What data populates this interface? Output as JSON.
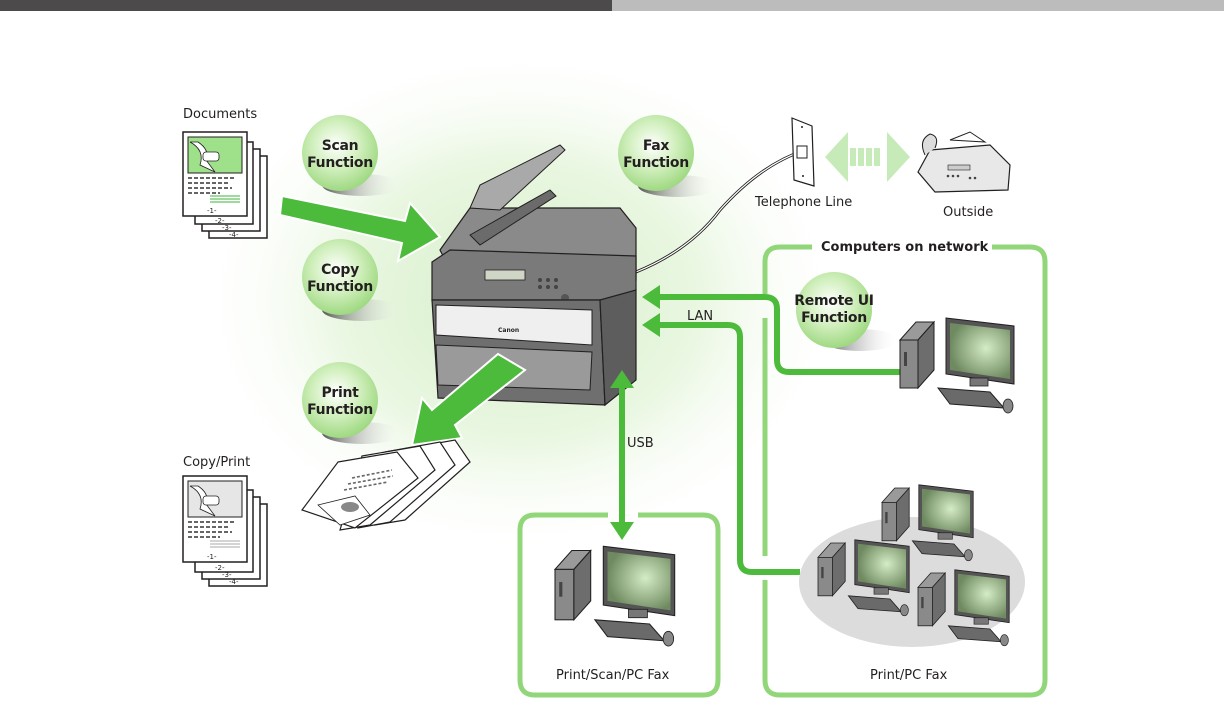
{
  "header": {
    "bar_left_color": "#4c4a4b",
    "bar_right_color": "#bcbcbc"
  },
  "colors": {
    "arrow_green": "#4cbb3c",
    "frame_green": "#92d67a",
    "light_arrow_green": "#c6ebb8",
    "bubble_green": "#c9edb4",
    "network_oval": "#dcdcdc"
  },
  "labels": {
    "documents": "Documents",
    "copy_print": "Copy/Print",
    "telephone_line": "Telephone Line",
    "outside": "Outside",
    "computers_on_network": "Computers on network",
    "lan": "LAN",
    "usb": "USB",
    "usb_box_caption": "Print/Scan/PC Fax",
    "network_box_caption": "Print/PC Fax"
  },
  "functions": [
    {
      "line1": "Scan",
      "line2": "Function"
    },
    {
      "line1": "Copy",
      "line2": "Function"
    },
    {
      "line1": "Print",
      "line2": "Function"
    },
    {
      "line1": "Fax",
      "line2": "Function"
    },
    {
      "line1": "Remote UI",
      "line2": "Function"
    }
  ],
  "page_numbers": [
    "-1-",
    "-2-",
    "-3-",
    "-4-"
  ],
  "printer_brand": "Canon"
}
